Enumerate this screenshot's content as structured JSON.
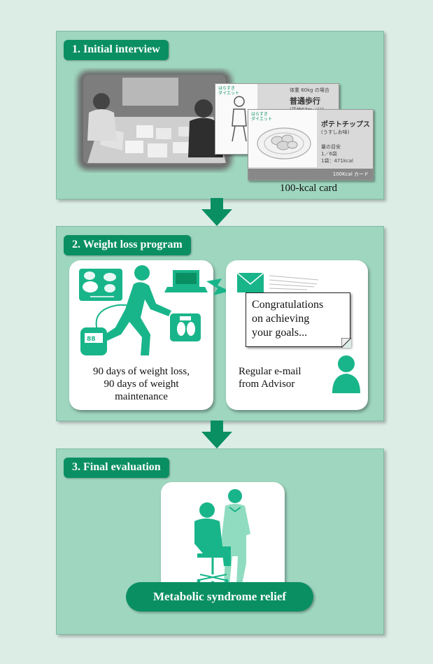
{
  "steps": [
    {
      "label": "1. Initial interview",
      "caption": "100-kcal card"
    },
    {
      "label": "2. Weight loss program",
      "left_text": [
        "90 days of weight loss,",
        "90 days of weight",
        "maintenance"
      ],
      "message": [
        "Congratulations",
        "on achieving",
        "your goals..."
      ],
      "advisor_text": [
        "Regular e-mail",
        "from Advisor"
      ]
    },
    {
      "label": "3. Final evaluation",
      "result": "Metabolic syndrome relief"
    }
  ],
  "cards": {
    "back": {
      "brand": "はらすき\nダイエット",
      "header": "体重 60kg の場合",
      "title": "普通歩行",
      "sub": "(平地67m／分)"
    },
    "front": {
      "brand": "はらすき\nダイエット",
      "title": "ポテトチップス",
      "sub": "(うすしお味)",
      "lines": [
        "量の目安",
        "1／6袋",
        "1袋：471kcal"
      ],
      "footer": "100Kcal カード"
    }
  },
  "colors": {
    "accent": "#0a8f63",
    "panel": "#9fd6c0",
    "page": "#dcede6",
    "icon": "#19b58a"
  }
}
